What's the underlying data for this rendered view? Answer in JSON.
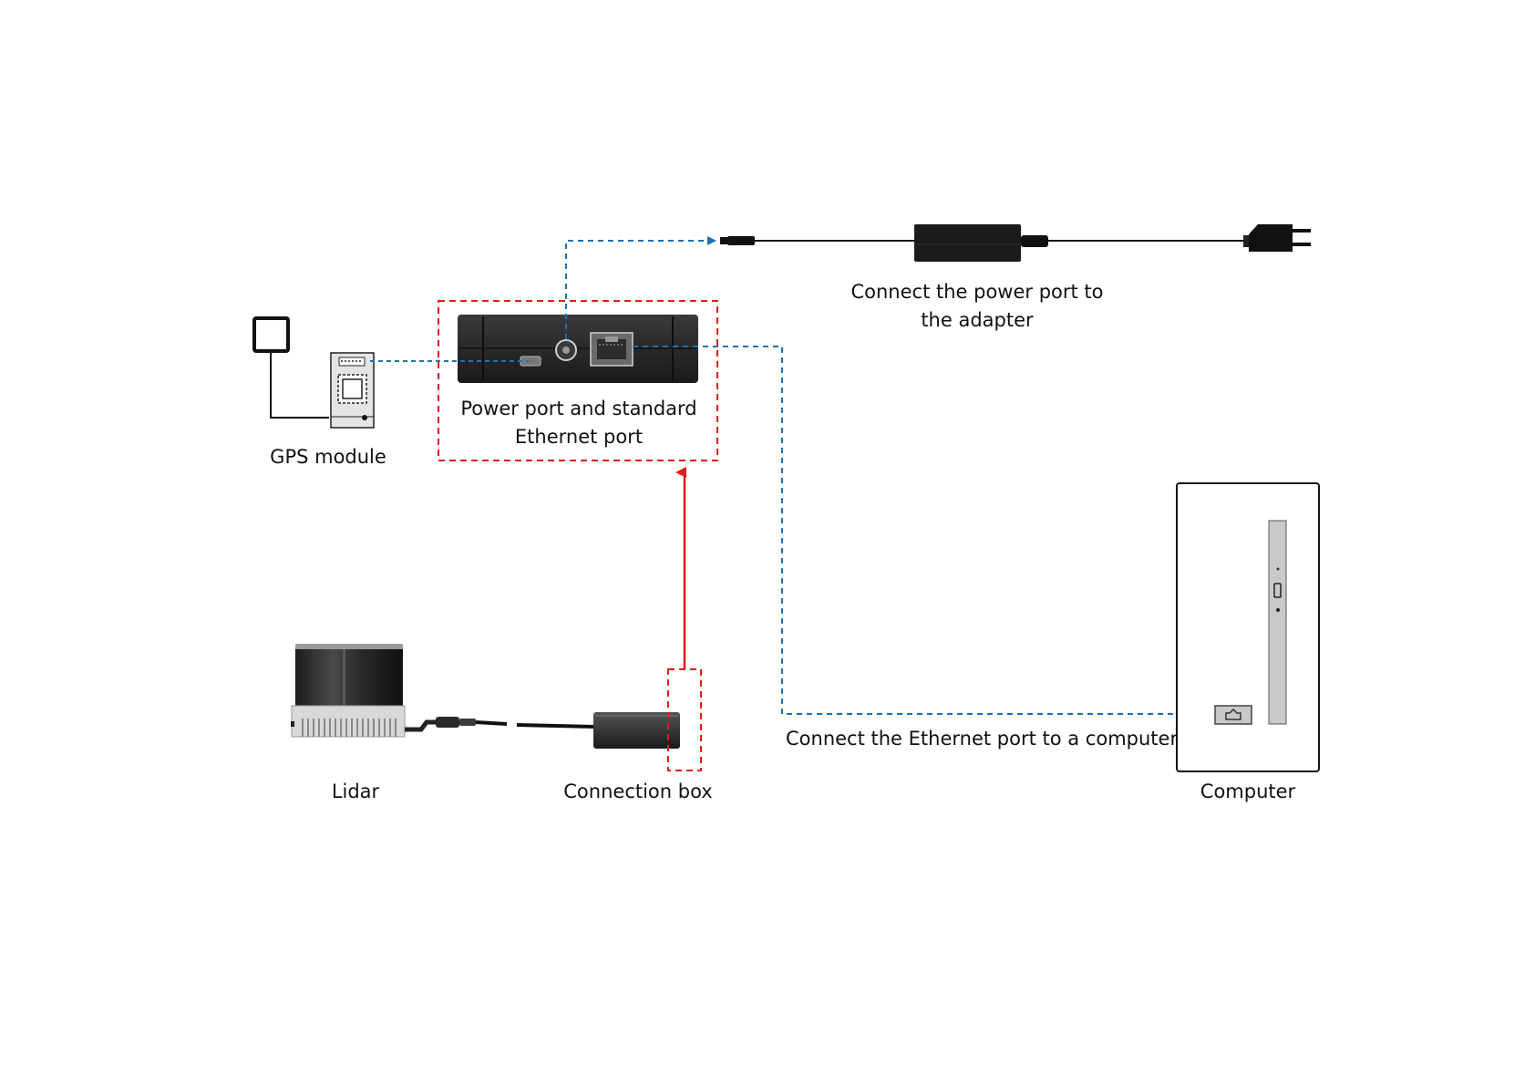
{
  "labels": {
    "gps_module": "GPS module",
    "power_ethernet_line1": "Power port and standard",
    "power_ethernet_line2": "Ethernet port",
    "adapter_line1": "Connect the power port to",
    "adapter_line2": "the adapter",
    "ethernet_computer": "Connect the Ethernet port to a computer",
    "lidar": "Lidar",
    "connection_box": "Connection box",
    "computer": "Computer"
  },
  "colors": {
    "dashed_blue": "#1f6fb5",
    "highlight_red": "#e31b1b",
    "device_dark": "#2a2a2a",
    "cable": "#111111"
  }
}
